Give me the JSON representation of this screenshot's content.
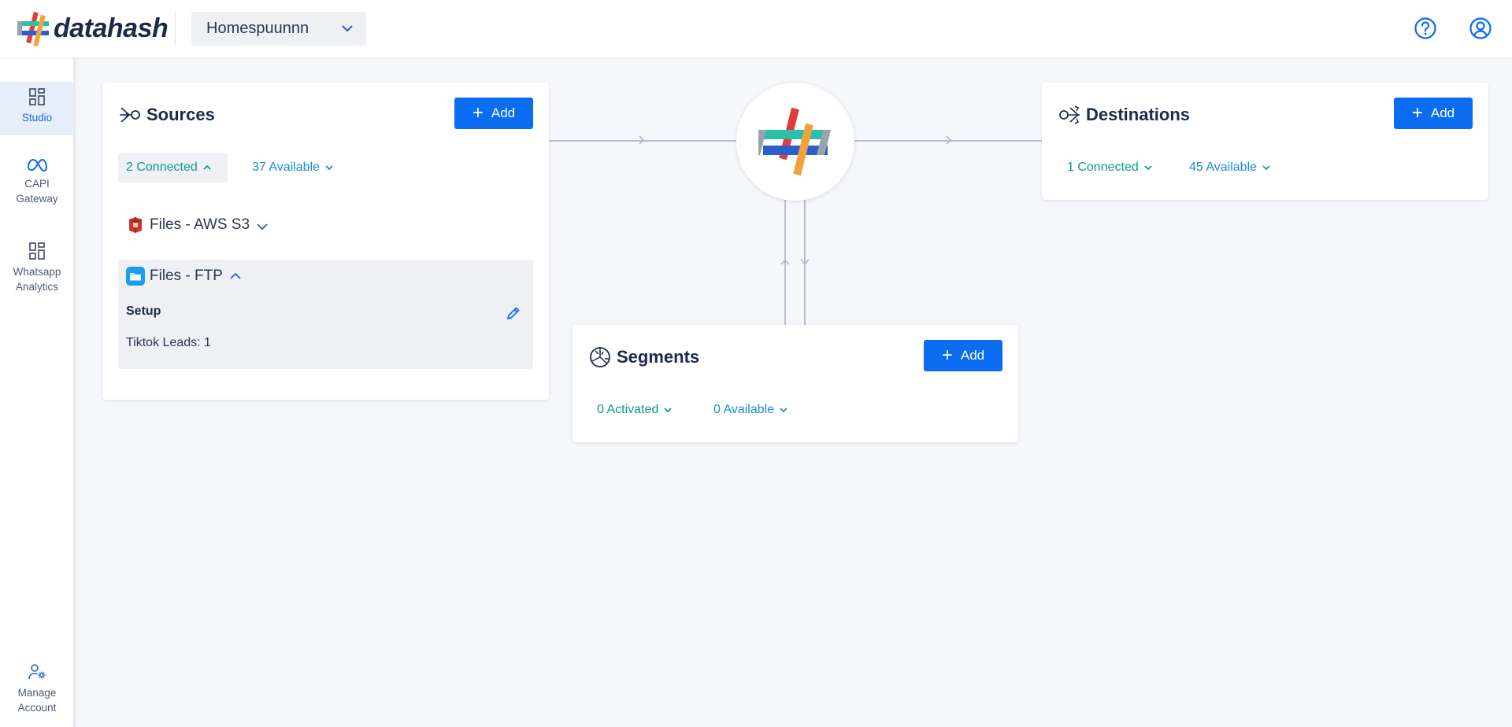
{
  "header": {
    "brand": "datahash",
    "workspace": "Homespuunnn"
  },
  "sidebar": {
    "items": [
      {
        "label": "Studio",
        "icon": "dashboard-icon",
        "active": true
      },
      {
        "label": "CAPI Gateway",
        "icon": "meta-icon"
      },
      {
        "label": "Whatsapp Analytics",
        "icon": "dashboard-icon"
      },
      {
        "label": "Manage Account",
        "icon": "user-settings-icon"
      }
    ]
  },
  "sources": {
    "title": "Sources",
    "add_label": "Add",
    "connected": "2 Connected",
    "available": "37 Available",
    "items": [
      {
        "label": "Files - AWS S3",
        "icon": "aws-s3-icon"
      },
      {
        "label": "Files - FTP",
        "icon": "folder-icon"
      }
    ],
    "setup_label": "Setup",
    "detail": "Tiktok Leads: 1"
  },
  "destinations": {
    "title": "Destinations",
    "add_label": "Add",
    "connected": "1 Connected",
    "available": "45 Available"
  },
  "segments": {
    "title": "Segments",
    "add_label": "Add",
    "activated": "0 Activated",
    "available": "0 Available"
  },
  "colors": {
    "primary": "#0a6cf0",
    "connected": "#0f9b87",
    "available": "#1b8bd6",
    "text": "#1c2b4a"
  }
}
